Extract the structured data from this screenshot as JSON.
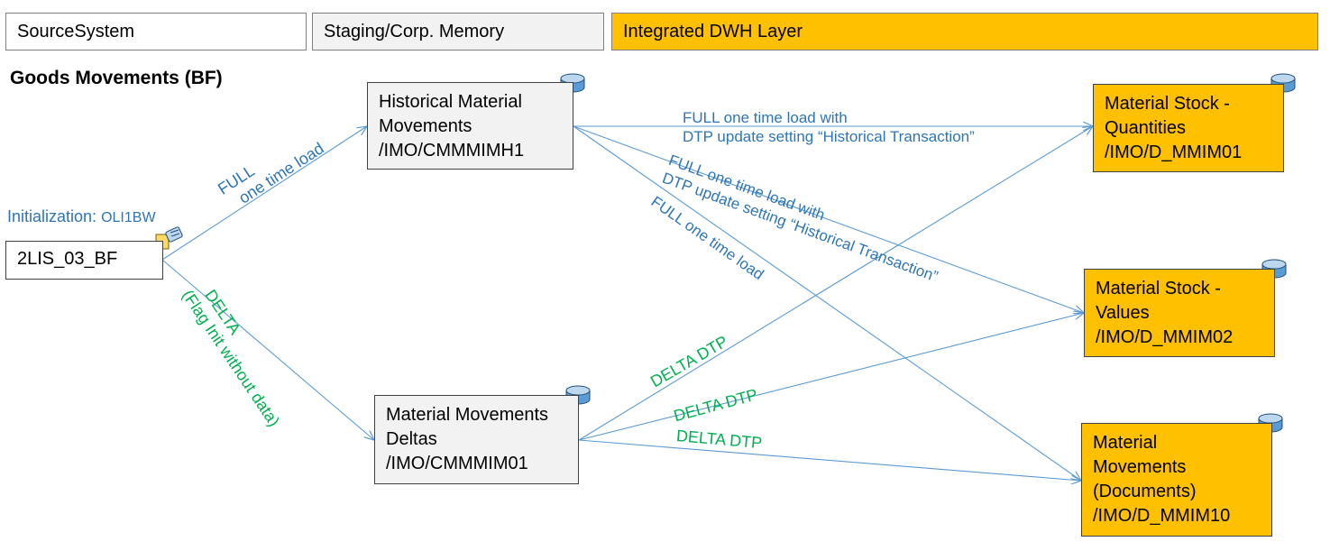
{
  "legend": {
    "source": "SourceSystem",
    "staging": "Staging/Corp. Memory",
    "dwh": "Integrated DWH Layer"
  },
  "title": "Goods Movements (BF)",
  "initialization": {
    "prefix": "Initialization:",
    "code": "OLI1BW"
  },
  "nodes": {
    "source": {
      "lines": [
        "2LIS_03_BF"
      ]
    },
    "historical": {
      "lines": [
        "Historical Material",
        "Movements",
        "/IMO/CMMMIMH1"
      ]
    },
    "deltas": {
      "lines": [
        "Material Movements",
        "Deltas",
        "/IMO/CMMMIM01"
      ]
    },
    "quantities": {
      "lines": [
        "Material Stock -",
        "Quantities",
        "/IMO/D_MMIM01"
      ]
    },
    "values": {
      "lines": [
        "Material Stock -",
        "Values",
        "/IMO/D_MMIM02"
      ]
    },
    "documents": {
      "lines": [
        "Material",
        "Movements",
        "(Documents)",
        "/IMO/D_MMIM10"
      ]
    }
  },
  "labels": {
    "full_load": [
      "FULL",
      "one time load"
    ],
    "delta_init": [
      "DELTA",
      "(Flag Init without data)"
    ],
    "hist_to_qty": [
      "FULL one time load with",
      "DTP update setting “Historical Transaction”"
    ],
    "hist_to_val": [
      "FULL one time load with",
      "DTP update setting “Historical Transaction”"
    ],
    "hist_to_doc": "FULL one time load",
    "delta_to_qty": "DELTA DTP",
    "delta_to_val": "DELTA DTP",
    "delta_to_doc": "DELTA DTP"
  },
  "colors": {
    "staging_fill": "#f2f2f2",
    "dwh_fill": "#ffc000",
    "full_label": "#2e75b6",
    "delta_label": "#00b050",
    "arrow": "#5b9bd5"
  }
}
